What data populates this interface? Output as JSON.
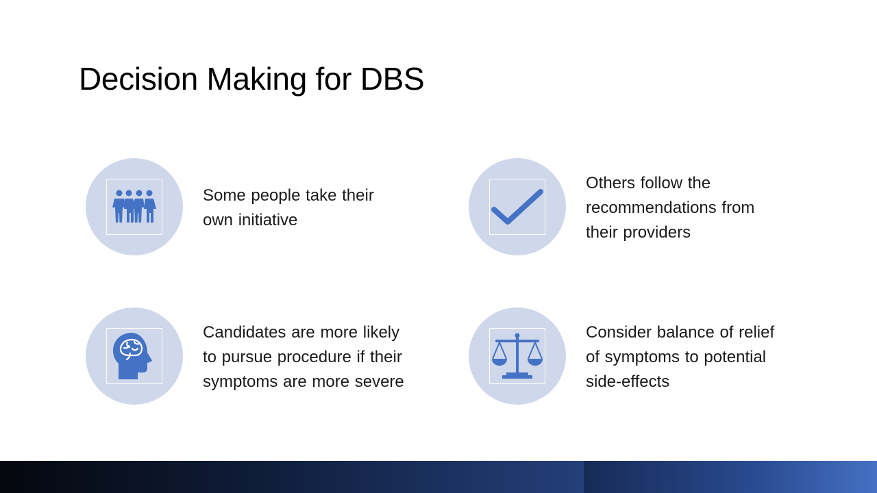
{
  "slide": {
    "title": "Decision Making for DBS",
    "accent_color": "#4472c4",
    "circle_color": "#cfd7ea",
    "items": [
      {
        "icon": "people-icon",
        "text": "Some people take their\nown initiative"
      },
      {
        "icon": "checkmark-icon",
        "text": "Others follow the\nrecommendations  from\ntheir providers"
      },
      {
        "icon": "brain-head-icon",
        "text": "Candidates are more likely\nto pursue procedure if their\nsymptoms are more severe"
      },
      {
        "icon": "scales-icon",
        "text": "Consider  balance of relief\nof symptoms to potential\nside-effects"
      }
    ]
  }
}
